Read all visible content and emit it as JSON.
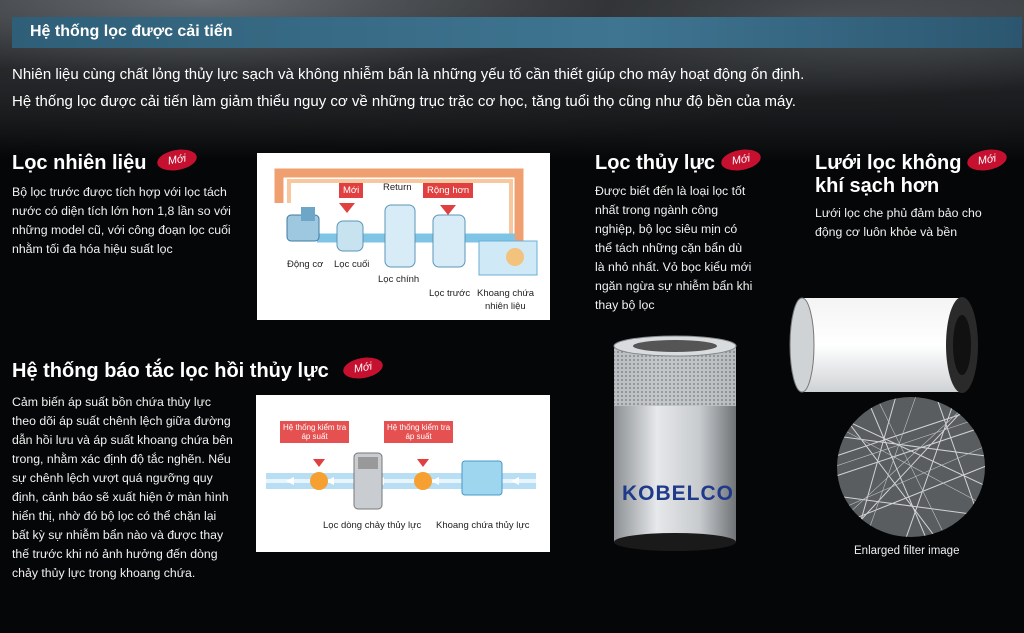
{
  "header": {
    "title": "Hệ thống lọc được cải tiến"
  },
  "intro": {
    "line1": "Nhiên liệu cùng chất lỏng thủy lực sạch và không nhiễm bẩn là những yếu tố cần thiết giúp cho máy hoạt động ổn định.",
    "line2": "Hệ thống lọc được cải tiến làm giảm thiểu nguy cơ về những trục trặc cơ học, tăng tuổi thọ cũng như độ bền của máy."
  },
  "fuel_filter": {
    "title": "Lọc nhiên liệu",
    "badge": "Mới",
    "lines": [
      "Bộ lọc trước được tích hợp với lọc tách",
      "nước có diện tích lớn hơn 1,8 lần so với",
      "những model cũ, với công đoạn lọc cuối",
      "nhằm tối đa hóa hiệu suất lọc"
    ],
    "diagram": {
      "new_label": "Mới",
      "return_label": "Return",
      "wider_label": "Rộng hơn",
      "engine": "Động cơ",
      "final_filter": "Lọc cuối",
      "main_filter": "Lọc chính",
      "pre_filter": "Lọc trước",
      "tank_line1": "Khoang chứa",
      "tank_line2": "nhiên liệu"
    }
  },
  "hydraulic_filter": {
    "title": "Lọc thủy lực",
    "badge": "Mới",
    "lines": [
      "Được biết đến là loại lọc tốt",
      "nhất trong ngành công",
      "nghiệp, bộ lọc siêu mịn có",
      "thể tách  những cặn bẩn dù",
      "là nhỏ nhất. Vỏ bọc kiểu mới",
      "ngăn ngừa sự nhiễm bẩn khi",
      "thay bộ lọc"
    ],
    "brand": "KOBELCO"
  },
  "air_filter": {
    "title_line1": "Lưới lọc không",
    "title_line2": "khí sạch hơn",
    "badge": "Mới",
    "lines": [
      "Lưới lọc che phủ đảm bảo cho",
      "động cơ luôn khỏe và bền"
    ],
    "caption": "Enlarged filter image"
  },
  "return_filter": {
    "title": "Hệ thống báo tắc lọc hồi thủy lực",
    "badge": "Mới",
    "lines": [
      "Cảm biến áp suất bồn chứa thủy lực",
      "theo dõi áp suất chênh lệch giữa đường",
      "dẫn hồi lưu và áp suất khoang chứa bên",
      "trong, nhằm xác định độ tắc nghẽn. Nếu",
      "sự chênh lệch vượt quá ngưỡng quy",
      "định, cảnh báo sẽ xuất hiện ở màn hình",
      "hiển thị, nhờ đó bộ lọc có thể chặn lại",
      "bất kỳ sự nhiễm bẩn nào và được thay",
      "thế trước khi nó ảnh hưởng đến dòng",
      "chảy thủy lực trong khoang chứa."
    ],
    "diagram": {
      "sensor1_line1": "Hệ thống kiểm tra",
      "sensor1_line2": "áp suất",
      "sensor2_line1": "Hệ thống kiểm tra",
      "sensor2_line2": "áp suất",
      "filter_label": "Lọc dòng chảy thủy lực",
      "tank_label": "Khoang chứa thủy lực"
    }
  }
}
